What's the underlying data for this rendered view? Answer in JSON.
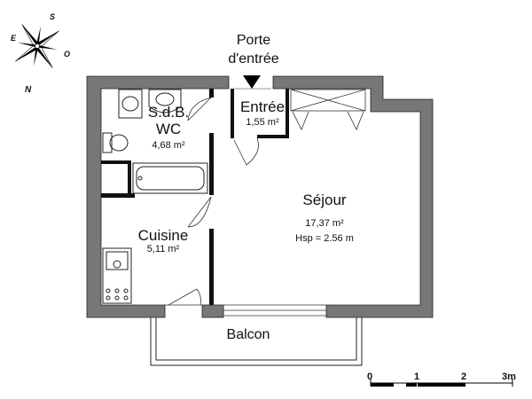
{
  "entrance": {
    "line1": "Porte",
    "line2": "d'entrée"
  },
  "rooms": {
    "sdb": {
      "name": "S.d.B.",
      "name2": "WC",
      "area": "4,68 m²"
    },
    "entree": {
      "name": "Entrée",
      "area": "1,55 m²"
    },
    "sejour": {
      "name": "Séjour",
      "area": "17,37 m²",
      "height": "Hsp = 2.56 m"
    },
    "cuisine": {
      "name": "Cuisine",
      "area": "5,11 m²"
    },
    "balcon": {
      "name": "Balcon"
    }
  },
  "scale_bar": {
    "ticks": [
      "0",
      "1",
      "2",
      "3m"
    ]
  },
  "compass": {
    "north": "N",
    "south": "S",
    "east": "E",
    "west": "O"
  },
  "colors": {
    "wall": "#777777",
    "wall_edge": "#222222",
    "line": "#000000"
  }
}
